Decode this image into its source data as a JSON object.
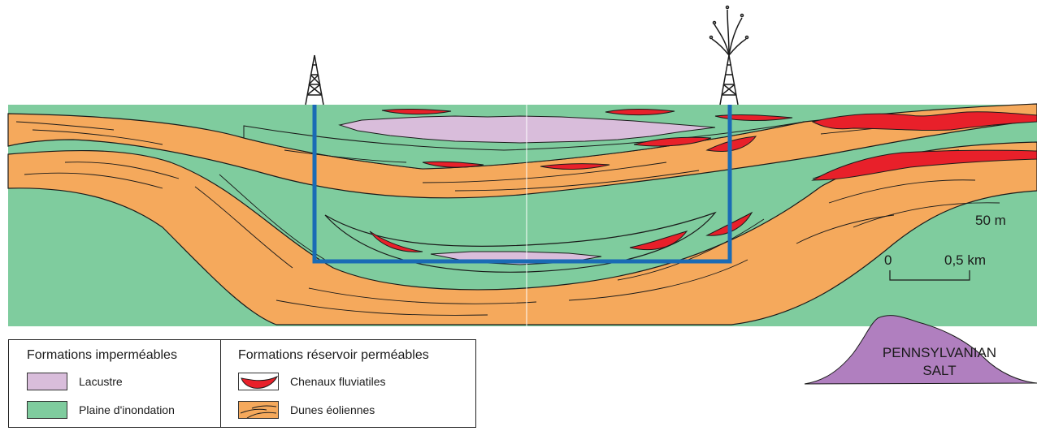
{
  "legend": {
    "impermeable_title": "Formations imperméables",
    "permeable_title": "Formations réservoir perméables",
    "items": [
      {
        "label": "Lacustre",
        "color": "#d9bddb"
      },
      {
        "label": "Plaine d'inondation",
        "color": "#7fcc9e"
      },
      {
        "label": "Chenaux fluviatiles",
        "color": "#e8202a"
      },
      {
        "label": "Dunes éoliennes",
        "color": "#f5a95c"
      }
    ]
  },
  "scale": {
    "vertical": "50 m",
    "zero": "0",
    "horizontal": "0,5 km"
  },
  "salt_label": {
    "line1": "PENNSYLVANIAN",
    "line2": "SALT",
    "color": "#b07fbf"
  },
  "colors": {
    "floodplain": "#7fcc9e",
    "dunes": "#f5a95c",
    "channels": "#e8202a",
    "lacustrine": "#d9bddb",
    "box": "#1a6bb5"
  }
}
